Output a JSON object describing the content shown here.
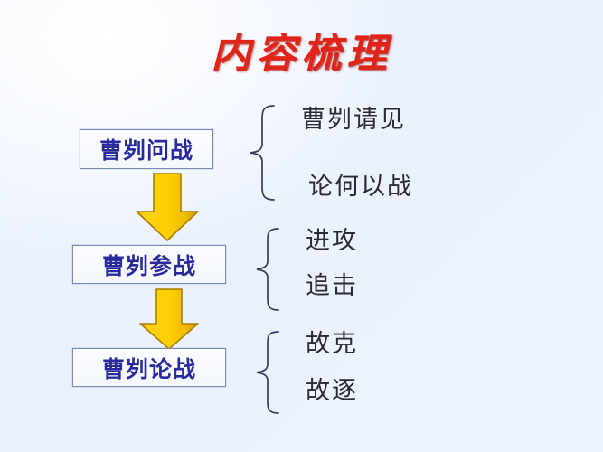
{
  "slide": {
    "title": "内容梳理",
    "background_color": "#eaf1fd",
    "title_color": "#e02418",
    "box_text_color": "#2a2a9c",
    "box_border_color": "#7b8ab0",
    "arrow_color": "#ffcc00",
    "arrow_outline_color": "#bf9000",
    "detail_text_color": "#2b2b33",
    "brace_color": "#3b3b5c"
  },
  "stages": [
    {
      "label": "曹刿问战",
      "details": [
        "曹刿请见",
        "论何以战"
      ]
    },
    {
      "label": "曹刿参战",
      "details": [
        "进攻",
        "追击"
      ]
    },
    {
      "label": "曹刿论战",
      "details": [
        "故克",
        "故逐"
      ]
    }
  ],
  "icons": {
    "arrow": "down-arrow-icon",
    "brace": "curly-brace-icon"
  }
}
